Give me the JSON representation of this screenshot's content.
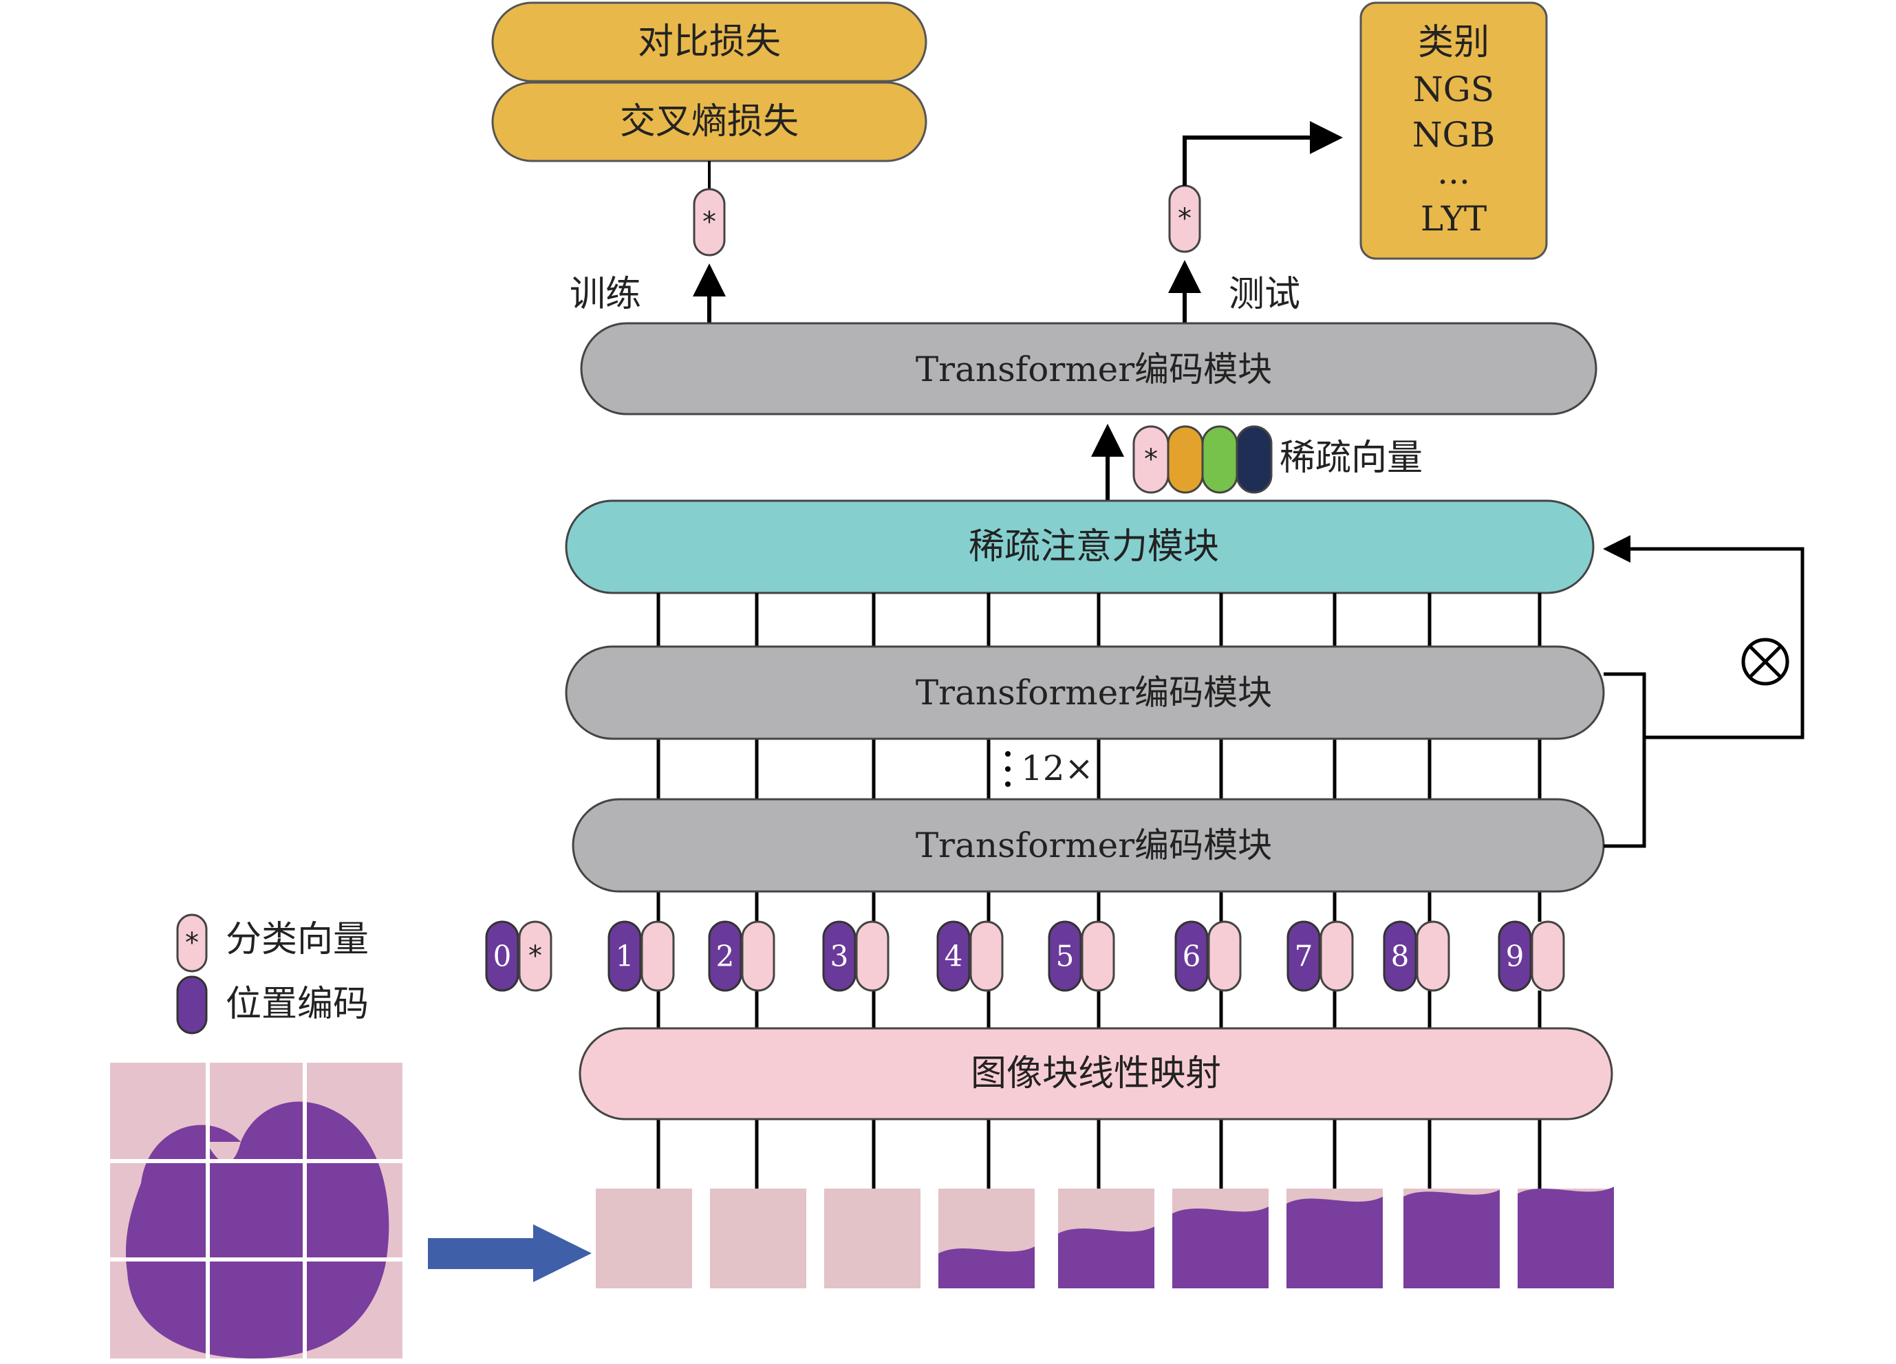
{
  "losses": {
    "contrastive": "对比损失",
    "cross_entropy": "交叉熵损失"
  },
  "phases": {
    "train": "训练",
    "test": "测试"
  },
  "class_box": {
    "title": "类别",
    "items": [
      "NGS",
      "NGB",
      "...",
      "LYT"
    ]
  },
  "blocks": {
    "top_encoder": "Transformer编码模块",
    "sparse_attention": "稀疏注意力模块",
    "encoder_upper": "Transformer编码模块",
    "encoder_lower": "Transformer编码模块",
    "patch_embedding": "图像块线性映射"
  },
  "repeat_label": "12×",
  "sparse_vector_label": "稀疏向量",
  "cls_symbol": "*",
  "multiply_symbol": "⊗",
  "legend": {
    "class_vector": "分类向量",
    "position_encoding": "位置编码"
  },
  "tokens": [
    "0",
    "1",
    "2",
    "3",
    "4",
    "5",
    "6",
    "7",
    "8",
    "9"
  ],
  "colors": {
    "loss_fill": "#E8B84B",
    "sparse_fill": "#86CFCF",
    "encoder_fill": "#B3B3B5",
    "embed_fill": "#F7CDD5",
    "token_pink": "#F7CDD5",
    "token_purple": "#6A3A9A",
    "sparse_colors": [
      "#F7CDD5",
      "#E3A22B",
      "#77C24A",
      "#1E2E55"
    ],
    "arrow_blue": "#3F5FA8"
  }
}
